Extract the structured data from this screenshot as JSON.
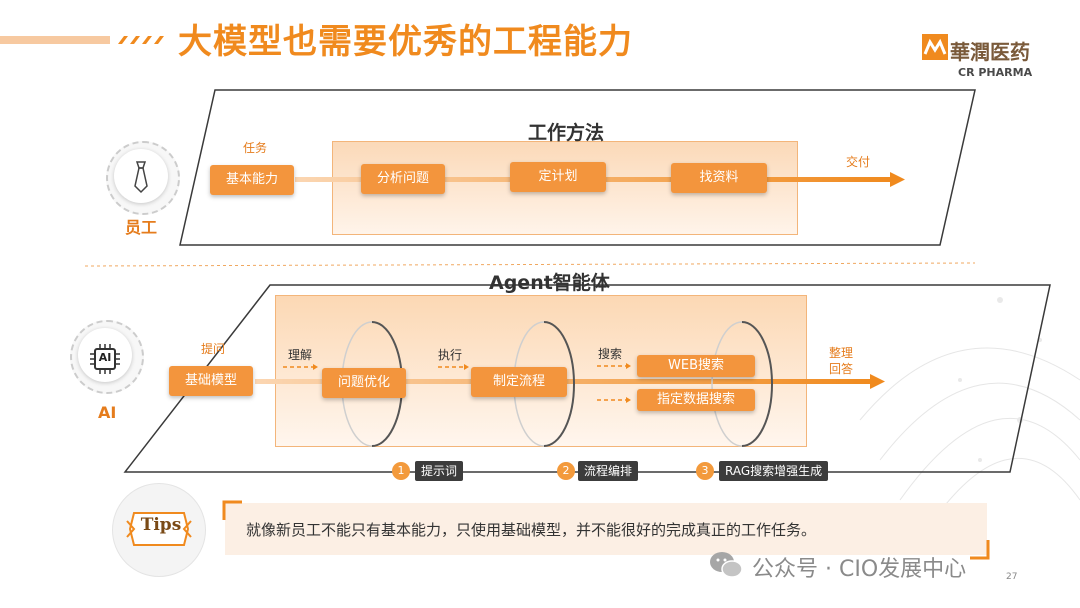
{
  "header": {
    "title": "大模型也需要优秀的工程能力",
    "logo_name": "華潤医药",
    "logo_sub": "CR PHARMA"
  },
  "employee": {
    "section_title": "工作方法",
    "role_label": "员工",
    "input_label": "任务",
    "start_box": "基本能力",
    "steps": [
      "分析问题",
      "定计划",
      "找资料"
    ],
    "output_label": "交付"
  },
  "agent": {
    "section_title": "Agent智能体",
    "role_label": "AI",
    "icon_text": "AI",
    "input_label": "提问",
    "start_box": "基础模型",
    "arrow_labels": [
      "理解",
      "执行",
      "搜索"
    ],
    "steps": [
      "问题优化",
      "制定流程"
    ],
    "search_boxes": [
      "WEB搜索",
      "指定数据搜索"
    ],
    "output_label_1": "整理",
    "output_label_2": "回答",
    "badges": [
      {
        "num": "1",
        "label": "提示词"
      },
      {
        "num": "2",
        "label": "流程编排"
      },
      {
        "num": "3",
        "label": "RAG搜索增强生成"
      }
    ]
  },
  "tips": {
    "label": "Tips",
    "text": "就像新员工不能只有基本能力，只使用基础模型，并不能很好的完成真正的工作任务。"
  },
  "watermark": "公众号 · CIO发展中心",
  "page_number": "27",
  "colors": {
    "accent": "#f08a1e",
    "box": "#f3953d",
    "dark": "#3c3c3c"
  }
}
